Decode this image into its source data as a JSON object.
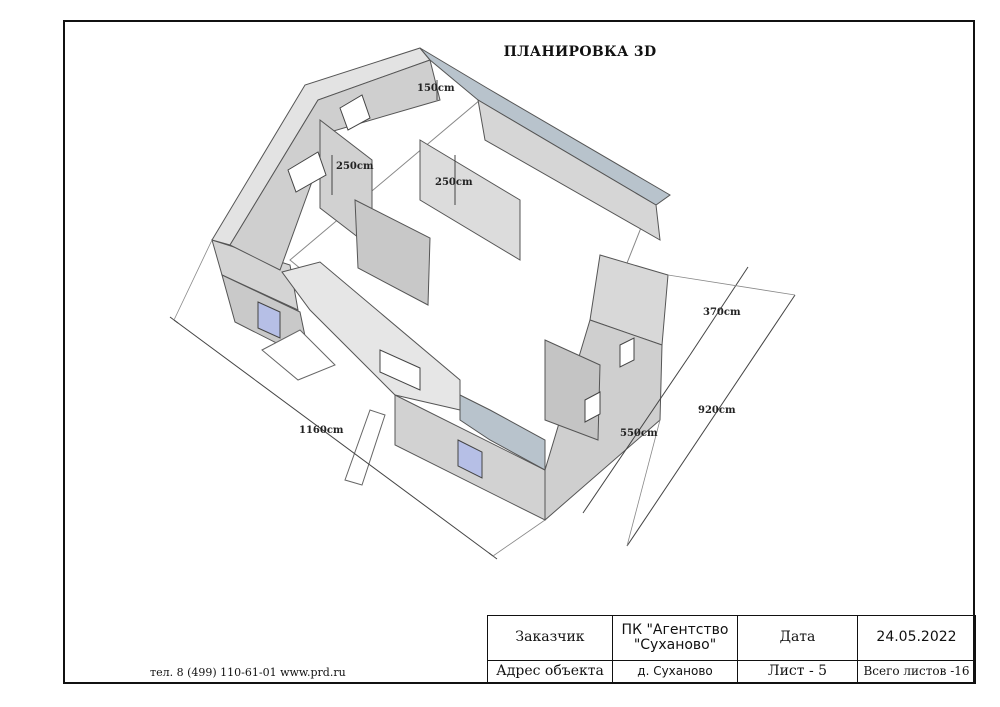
{
  "drawing": {
    "title": "ПЛАНИРОВКА 3D",
    "dimensions": {
      "wall_height_attic": "150cm",
      "wall_height_left": "250cm",
      "wall_height_center": "250cm",
      "length_front": "1160cm",
      "width_total": "920cm",
      "width_part_a": "370cm",
      "width_part_b": "550cm"
    }
  },
  "footer": {
    "contacts": "тел. 8 (499) 110-61-01  www.prd.ru"
  },
  "stamp": {
    "customer_label": "Заказчик",
    "customer_value": "ПК \"Агентство \"Суханово\"",
    "date_label": "Дата",
    "date_value": "24.05.2022",
    "address_label": "Адрес объекта",
    "address_value": "д. Суханово",
    "sheet_label": "Лист  - 5",
    "total_sheets_label": "Всего листов -16"
  }
}
